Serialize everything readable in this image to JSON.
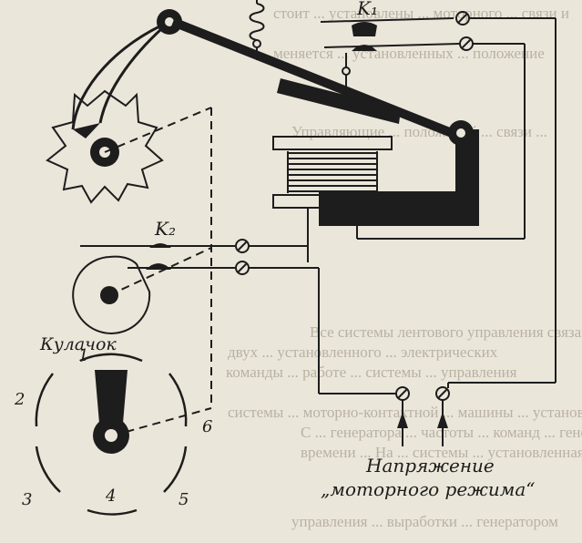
{
  "labels": {
    "contact_k1": "K₁",
    "contact_k2": "K₂",
    "cam": "Кулачок",
    "positions": [
      "1",
      "2",
      "3",
      "4",
      "5",
      "6"
    ],
    "voltage_line1": "Напряжение",
    "voltage_line2": "„моторного режима“"
  },
  "background_text": [
    "стоит ... установлены ... моторного ... связи и",
    "меняется ... установленных ... положение",
    "Управляющие ... положений ... связи ... ",
    "Все системы лентового управления связаны с",
    "двух ... установленного ... электрических",
    "команды ... работе ... системы ... управления",
    "системы ... моторно-контактной ... машины ... установка",
    "С ... генератора ... частоты ... команд ... генерации",
    "времени ... На ... системы ... установленная ... связи",
    "управления ... выработки ... генератором"
  ],
  "colors": {
    "ink": "#1d1d1d",
    "paper": "#ebe6da",
    "faded_text": "#b9b2a3"
  }
}
